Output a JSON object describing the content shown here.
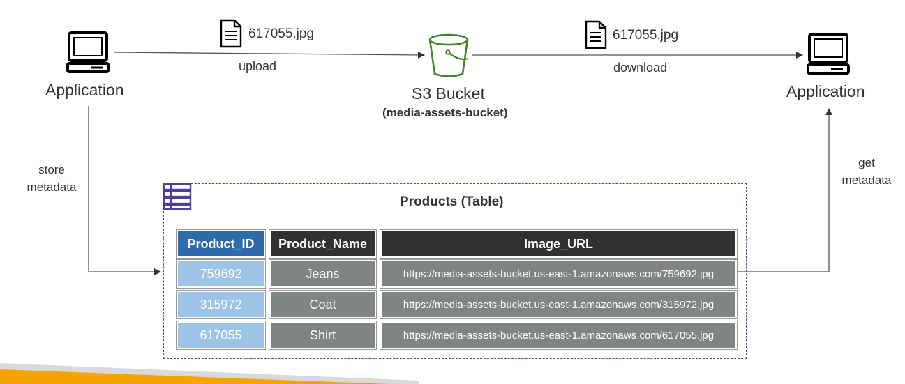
{
  "diagram": {
    "source_app": {
      "label": "Application"
    },
    "target_app": {
      "label": "Application"
    },
    "bucket": {
      "title": "S3 Bucket",
      "subtitle": "(media-assets-bucket)"
    },
    "upload": {
      "file": "617055.jpg",
      "label": "upload"
    },
    "download": {
      "file": "617055.jpg",
      "label": "download"
    },
    "store_metadata": {
      "line1": "store",
      "line2": "metadata"
    },
    "get_metadata": {
      "line1": "get",
      "line2": "metadata"
    },
    "colors": {
      "bucket": "#3f8624",
      "table_border": "#4b3fa0",
      "header_id": "#2e6bab",
      "header_dark": "#2f3132",
      "id_cell": "#9dc3e6",
      "gray_cell": "#7f8584",
      "accent_bar": "#f5a300"
    }
  },
  "table": {
    "title": "Products (Table)",
    "headers": [
      "Product_ID",
      "Product_Name",
      "Image_URL"
    ],
    "rows": [
      [
        "759692",
        "Jeans",
        "https://media-assets-bucket.us-east-1.amazonaws.com/759692.jpg"
      ],
      [
        "315972",
        "Coat",
        "https://media-assets-bucket.us-east-1.amazonaws.com/315972.jpg"
      ],
      [
        "617055",
        "Shirt",
        "https://media-assets-bucket.us-east-1.amazonaws.com/617055.jpg"
      ]
    ]
  }
}
